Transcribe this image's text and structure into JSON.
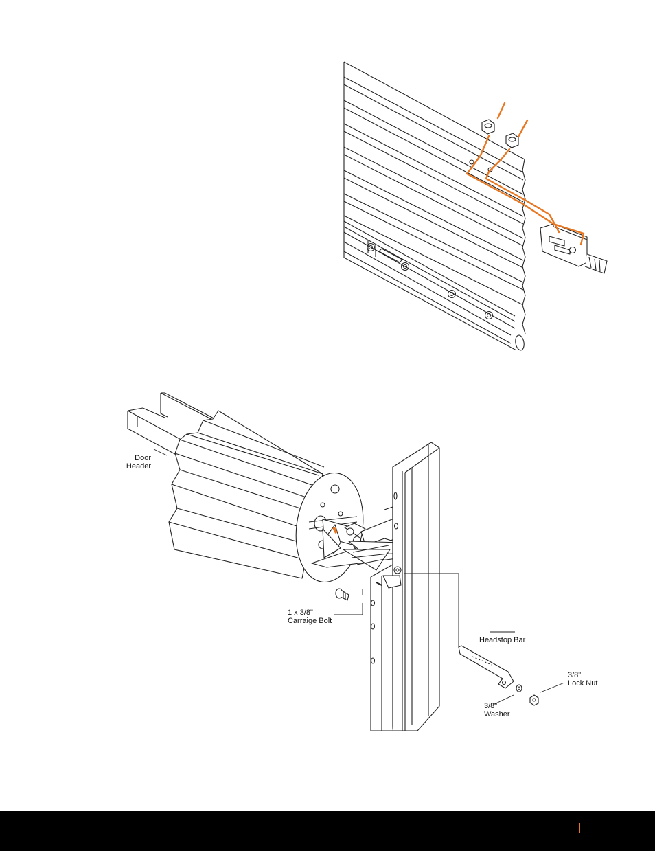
{
  "colors": {
    "accent": "#e87722",
    "ink": "#222222",
    "footer": "#000000",
    "background": "#ffffff"
  },
  "callouts": {
    "door_header": [
      "Door",
      "Header"
    ],
    "carriage_bolt": [
      "1 x 3/8\"",
      "Carraige Bolt"
    ],
    "headstop_bar": [
      "Headstop Bar"
    ],
    "lock_nut": [
      "3/8\"",
      "Lock Nut"
    ],
    "washer": [
      "3/8\"",
      "Washer"
    ]
  }
}
